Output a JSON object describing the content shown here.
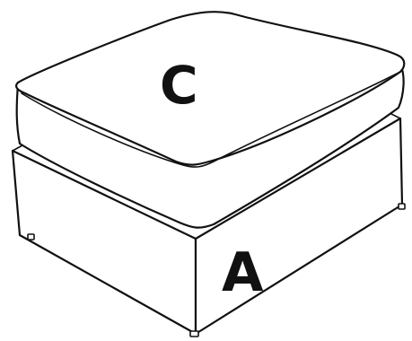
{
  "diagram": {
    "parts": [
      {
        "id": "cushion",
        "label": "C"
      },
      {
        "id": "base",
        "label": "A"
      }
    ],
    "line_color": "#111111",
    "fill_color": "#ffffff"
  }
}
